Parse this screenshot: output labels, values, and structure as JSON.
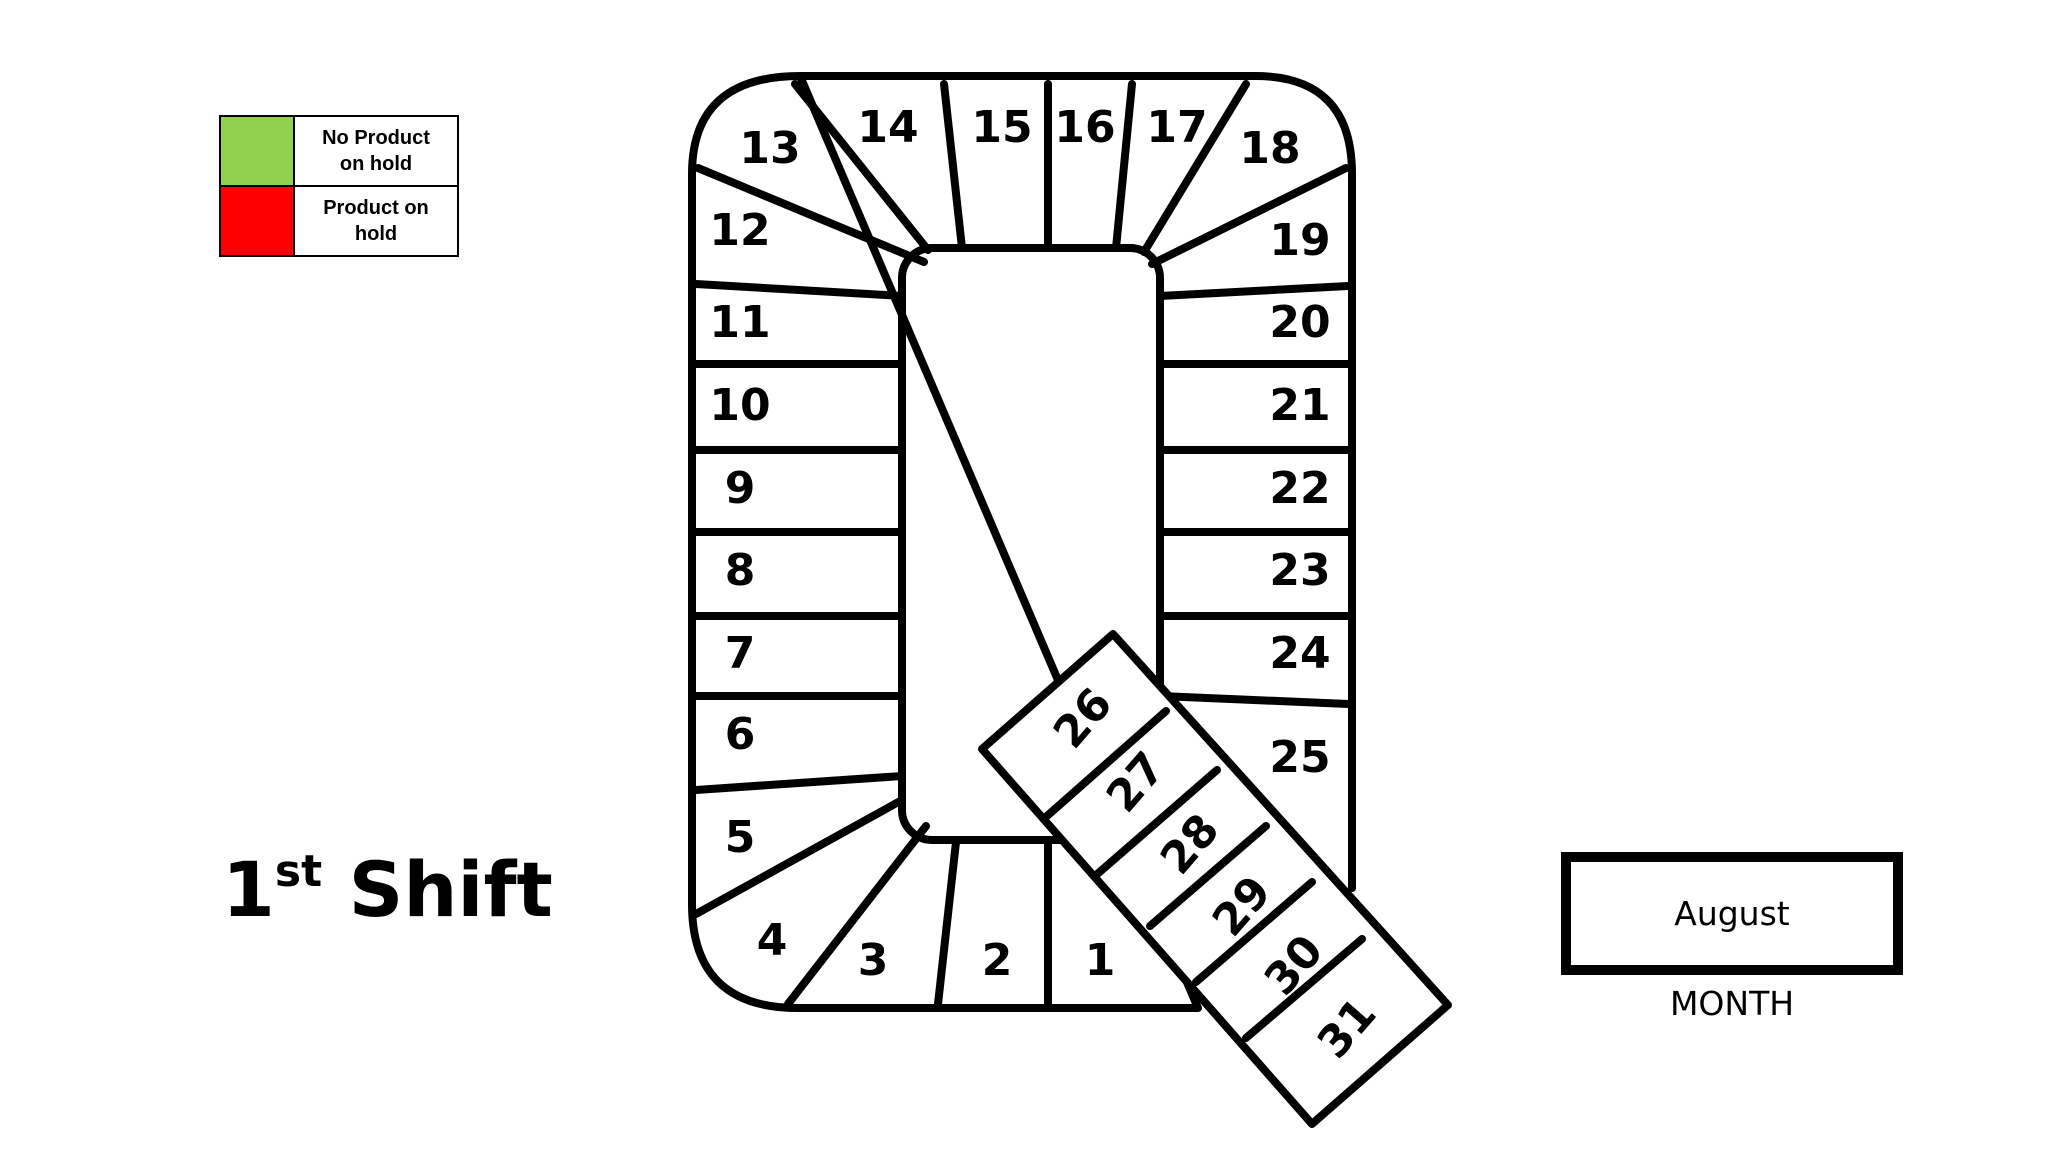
{
  "legend": {
    "items": [
      {
        "color": "#92D050",
        "label": "No Product on hold"
      },
      {
        "color": "#FF0000",
        "label": "Product on hold"
      }
    ]
  },
  "shift": {
    "number": "1",
    "suffix": "st",
    "label": "Shift"
  },
  "month": {
    "value": "August",
    "label": "MONTH"
  },
  "days": {
    "d1": "1",
    "d2": "2",
    "d3": "3",
    "d4": "4",
    "d5": "5",
    "d6": "6",
    "d7": "7",
    "d8": "8",
    "d9": "9",
    "d10": "10",
    "d11": "11",
    "d12": "12",
    "d13": "13",
    "d14": "14",
    "d15": "15",
    "d16": "16",
    "d17": "17",
    "d18": "18",
    "d19": "19",
    "d20": "20",
    "d21": "21",
    "d22": "22",
    "d23": "23",
    "d24": "24",
    "d25": "25",
    "d26": "26",
    "d27": "27",
    "d28": "28",
    "d29": "29",
    "d30": "30",
    "d31": "31"
  }
}
